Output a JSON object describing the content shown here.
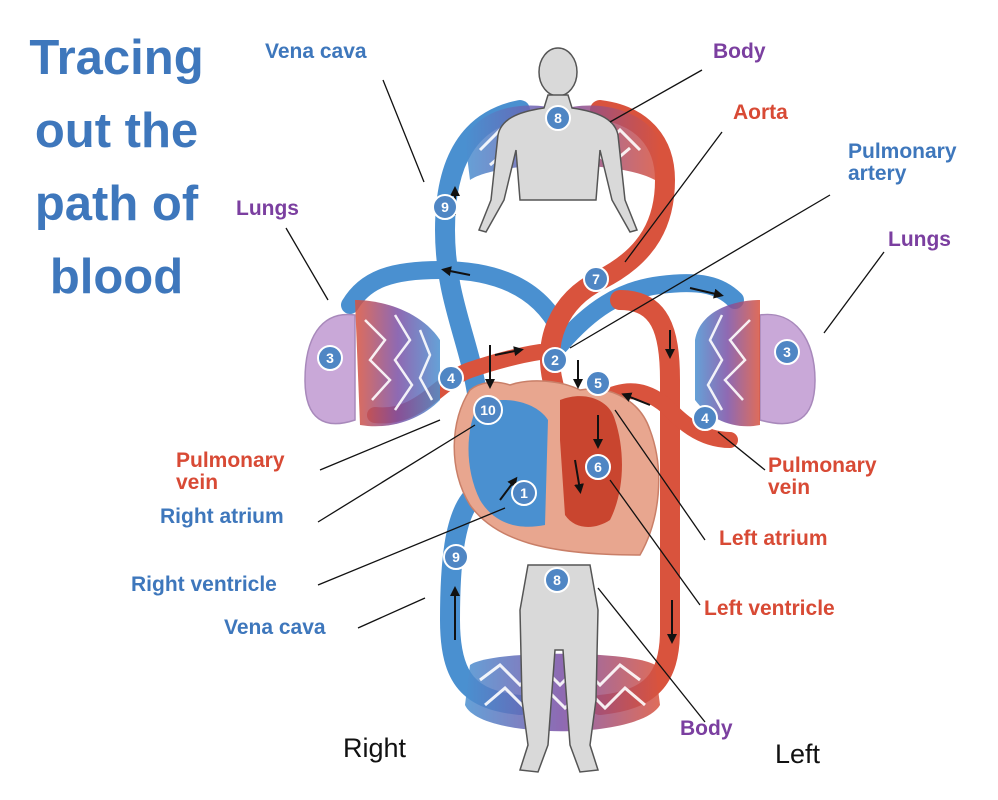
{
  "title": "Tracing out the path of blood",
  "labels": {
    "vena_cava_top": "Vena cava",
    "body_top": "Body",
    "aorta": "Aorta",
    "pulmonary_artery": "Pulmonary\nartery",
    "lungs_left": "Lungs",
    "lungs_right": "Lungs",
    "pulmonary_vein_left": "Pulmonary\nvein",
    "pulmonary_vein_right": "Pulmonary\nvein",
    "right_atrium": "Right atrium",
    "right_ventricle": "Right ventricle",
    "vena_cava_bottom": "Vena cava",
    "left_atrium": "Left atrium",
    "left_ventricle": "Left ventricle",
    "body_bottom": "Body",
    "side_right": "Right",
    "side_left": "Left"
  },
  "markers": {
    "m1": "1",
    "m2": "2",
    "m3_left": "3",
    "m3_right": "3",
    "m4_left": "4",
    "m4_right": "4",
    "m5": "5",
    "m6": "6",
    "m7": "7",
    "m8_top": "8",
    "m8_bottom": "8",
    "m9_top": "9",
    "m9_bottom": "9",
    "m10": "10"
  },
  "colors": {
    "oxygen_poor": "#4a90d0",
    "oxygen_rich": "#d9533d",
    "capillary": "#7b4fa5",
    "lung": "#c9a8d8",
    "heart": "#e8a68f",
    "body": "#d9d9d9",
    "marker": "#4f86c4"
  }
}
